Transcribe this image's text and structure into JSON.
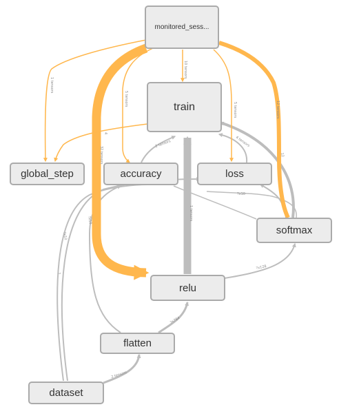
{
  "graph": {
    "nodes": {
      "monitored_session": "monitored_sess...",
      "train": "train",
      "global_step": "global_step",
      "accuracy": "accuracy",
      "loss": "loss",
      "softmax": "softmax",
      "relu": "relu",
      "flatten": "flatten",
      "dataset": "dataset"
    },
    "edge_labels": {
      "ms_global_step": "1 tensors",
      "ms_relu": "32 tensors",
      "ms_accuracy": "5 tensors",
      "ms_train": "10 tensors",
      "ms_loss": "5 tensors",
      "ms_softmax": "12 tensors",
      "train_global_step": "4",
      "relu_train": "1 tensors",
      "accuracy_train": "2 tensors",
      "loss_train": "4 tensors",
      "softmax_train": "12",
      "softmax_loss": "?x10",
      "relu_softmax": "?x128",
      "flatten_relu": "?x784",
      "dataset_flatten": "2 tensors",
      "dataset_loss": "?x10",
      "dataset_accuracy": "?x10",
      "dataset_left": "?"
    },
    "colors": {
      "node_fill": "#ececec",
      "node_border": "#aaaaaa",
      "gray_edge": "#bdbdbd",
      "orange_edge": "#ffb74d"
    }
  }
}
